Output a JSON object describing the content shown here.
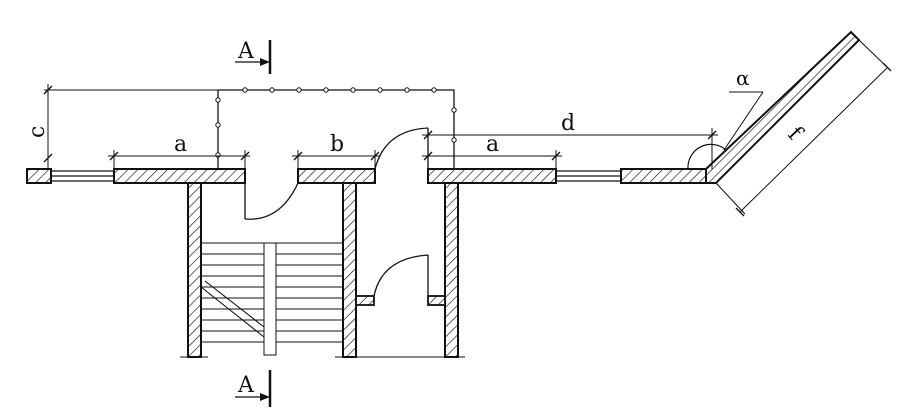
{
  "dimensions": {
    "a_left": "a",
    "b": "b",
    "a_right": "a",
    "c": "c",
    "d": "d",
    "f": "f",
    "alpha": "α"
  },
  "section_marks": {
    "top": "A",
    "bottom": "A"
  },
  "colors": {
    "line": "#111111",
    "background": "#ffffff"
  }
}
